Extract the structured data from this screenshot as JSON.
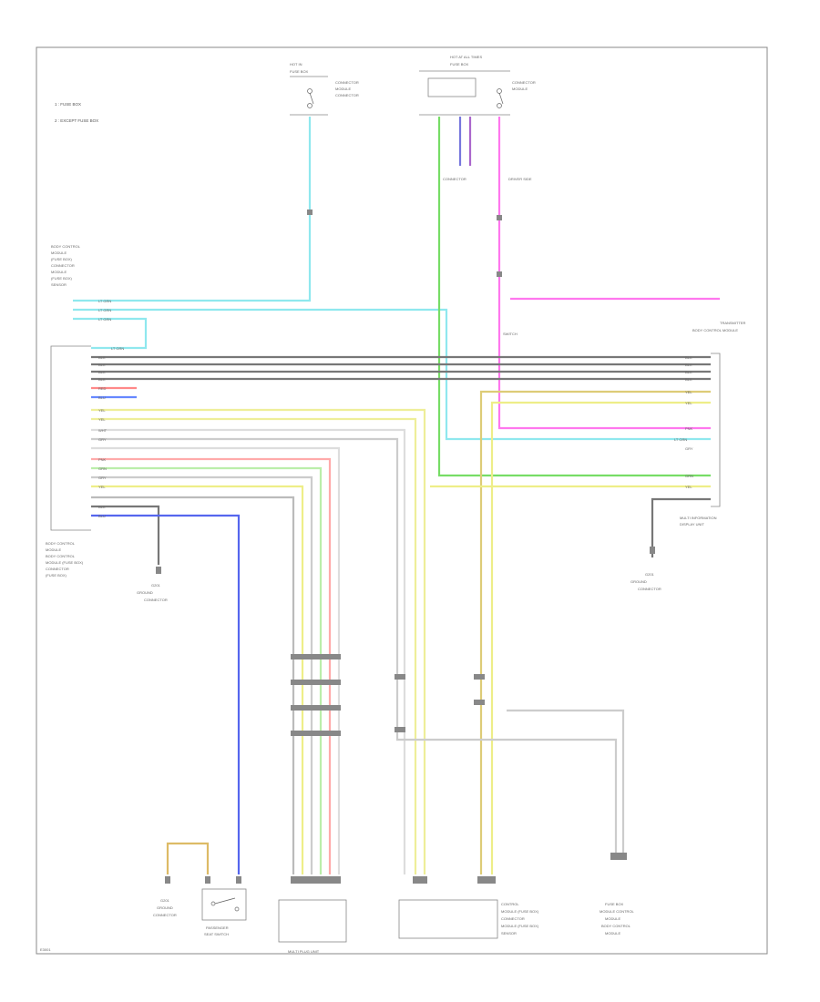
{
  "diagram": {
    "legend": [
      "1 : FUSE BOX",
      "2 : EXCEPT FUSE BOX"
    ],
    "components": {
      "top_left_fuse": [
        "HOT IN",
        "FUSE BOX",
        "CONNECTOR",
        "MODULE",
        "CONNECTOR"
      ],
      "top_right_fuse": [
        "HOT AT ALL TIMES",
        "FUSE BOX",
        "CONNECTOR",
        "MODULE"
      ],
      "left_module": [
        "BODY CONTROL",
        "MODULE",
        "(FUSE BOX)",
        "CONNECTOR",
        "MODULE",
        "(FUSE BOX)",
        "SENSOR"
      ],
      "left_lower_module": [
        "BODY CONTROL",
        "MODULE",
        "BODY CONTROL",
        "MODULE (FUSE BOX)",
        "CONNECTOR",
        "(FUSE BOX)"
      ],
      "right_module": [
        "MULTI INFORMATION",
        "DISPLAY UNIT"
      ],
      "right_top_module": [
        "TRANSMITTER",
        "BODY CONTROL MODULE"
      ],
      "ground_left": [
        "G201",
        "GROUND",
        "CONNECTOR"
      ],
      "ground_right": [
        "G201",
        "GROUND",
        "CONNECTOR"
      ],
      "ground_bottom": [
        "G201",
        "GROUND",
        "CONNECTOR"
      ],
      "bottom_switch": [
        "PASSENGER",
        "SEAT SWITCH"
      ],
      "bottom_center": [
        "MULTI PLUG UNIT"
      ],
      "bottom_right_a": [
        "CONTROL",
        "MODULE (FUSE BOX)",
        "CONNECTOR",
        "MODULE (FUSE BOX)",
        "SENSOR"
      ],
      "bottom_right_b": [
        "FUSE BOX",
        "MODULE CONTROL",
        "MODULE",
        "BODY CONTROL",
        "MODULE"
      ],
      "switch_label": [
        "SWITCH"
      ],
      "inline_notes": [
        "CONNECTOR",
        "DRIVER SIDE"
      ]
    },
    "wire_labels": {
      "left": [
        "LT GRN",
        "LT GRN",
        "LT GRN",
        "LT GRN",
        "BLK",
        "BLK",
        "BLK",
        "BLK",
        "RED",
        "BLU",
        "YEL",
        "YEL",
        "WHT",
        "GRY",
        "PNK",
        "GRN",
        "GRY",
        "YEL",
        "BLK",
        "BLU"
      ],
      "right": [
        "BLK",
        "BLK",
        "BLK",
        "BLK",
        "YEL",
        "YEL",
        "PNK",
        "LT GRN",
        "GRY",
        "GRN",
        "YEL"
      ],
      "ground": "BLK"
    },
    "corner_tag": "E3001"
  }
}
